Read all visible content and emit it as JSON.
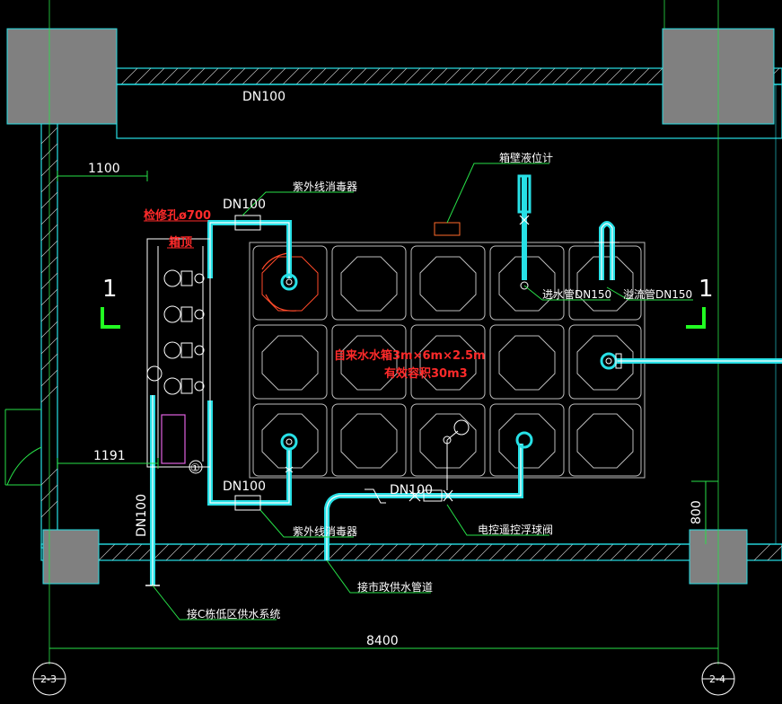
{
  "labels": {
    "dn100_top": "DN100",
    "dn100_upper_pipe": "DN100",
    "dn100_lower_pipe": "DN100",
    "dn100_bottom_mid": "DN100",
    "dn100_vertical": "DN100",
    "uv_top": "紫外线消毒器",
    "uv_bottom": "紫外线消毒器",
    "level_meter": "箱壁液位计",
    "inlet_pipe": "进水管DN150",
    "overflow_pipe": "溢流管DN150",
    "manhole": "检修孔ø700",
    "tank_top": "箱顶",
    "tank_name": "自来水水箱3m×6m×2.5m",
    "tank_volume": "有效容积30m3",
    "float_valve": "电控遥控浮球阀",
    "city_supply": "接市政供水管道",
    "low_zone_supply": "接C栋低区供水系统",
    "pump_tag": "①"
  },
  "dimensions": {
    "d1100": "1100",
    "d1191": "1191",
    "d800": "800",
    "d8400": "8400"
  },
  "sections": {
    "left": "1",
    "right": "1"
  },
  "grid": {
    "left": "2-3",
    "right": "2-4"
  },
  "colors": {
    "background": "#000000",
    "pipe": "#27e0e6",
    "leader": "#27e048",
    "wall_fill": "#808080",
    "annotation_red": "#ff2a2a"
  }
}
